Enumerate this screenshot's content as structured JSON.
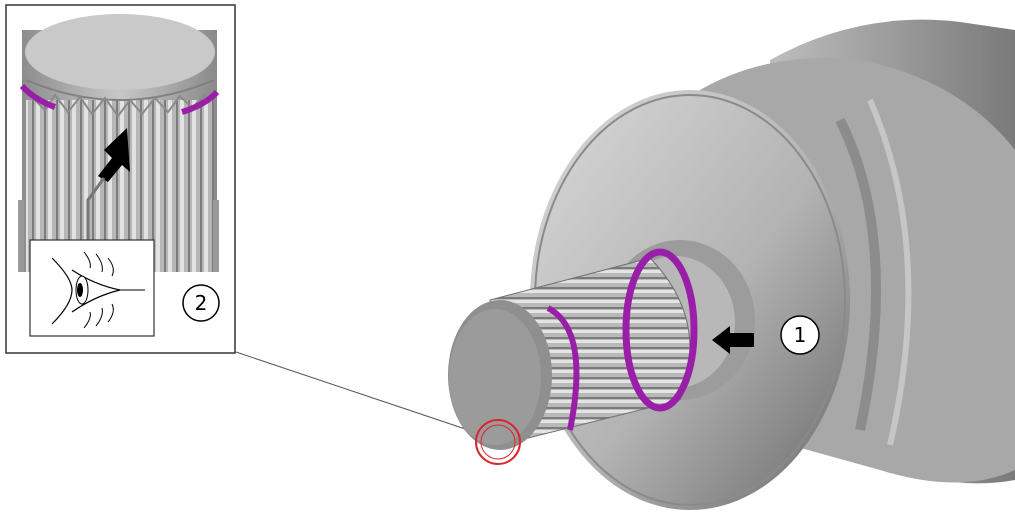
{
  "callouts": [
    {
      "id": "1",
      "label": "1"
    },
    {
      "id": "2",
      "label": "2"
    }
  ],
  "colors": {
    "background": "#ffffff",
    "metal_light": "#d4d4d4",
    "metal_mid": "#a9a9a9",
    "metal_dark": "#6f6f6f",
    "seal_ring": "#9a1fa8",
    "arrow": "#000000",
    "highlight_circle": "#d9262b"
  },
  "icons": {
    "arrow_main": "arrow-left-icon",
    "arrow_detail": "arrow-up-icon",
    "eye": "eye-inspection-icon"
  }
}
